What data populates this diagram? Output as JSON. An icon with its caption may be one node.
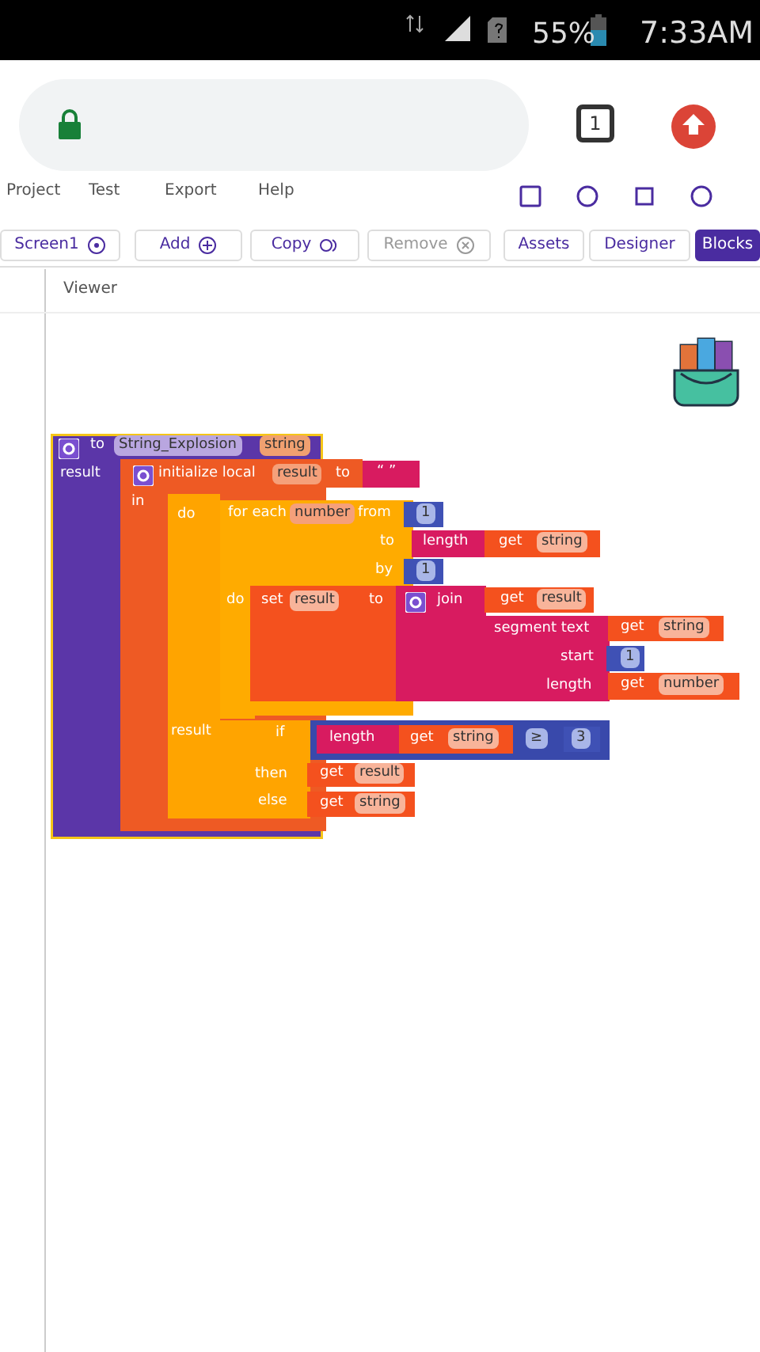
{
  "diagram": {
    "nodes": [
      {
        "text": [
          "to",
          "String_Explosion",
          "string",
          "result"
        ]
      },
      {
        "text": [
          "initialize local",
          "result",
          "to",
          "in"
        ]
      },
      {
        "text": [
          "“ ”"
        ]
      },
      {
        "text": [
          "do",
          "result"
        ],
        "in": 1
      },
      {
        "text": [
          "for each",
          "number",
          "from",
          "to",
          "by",
          "do"
        ]
      },
      {
        "text": [
          "1"
        ]
      },
      {
        "text": [
          "length"
        ]
      },
      {
        "text": [
          "get",
          "string"
        ]
      },
      {
        "text": [
          "1"
        ]
      },
      {
        "text": [
          "set",
          "result",
          "to"
        ],
        "in": 4
      },
      {
        "text": [
          "join"
        ]
      },
      {
        "text": [
          "get",
          "result"
        ]
      },
      {
        "text": [
          "segment text",
          "start",
          "length"
        ]
      },
      {
        "text": [
          "get",
          "string"
        ]
      },
      {
        "text": [
          "1"
        ]
      },
      {
        "text": [
          "get",
          "number"
        ]
      },
      {
        "text": [
          "if",
          "then",
          "else"
        ],
        "in": 1
      },
      {
        "text": [
          "≥"
        ]
      },
      {
        "text": [
          "length"
        ],
        "in": 17
      },
      {
        "text": [
          "get",
          "string"
        ],
        "in": 17
      },
      {
        "text": [
          "3"
        ],
        "in": 17
      },
      {
        "text": [
          "get",
          "result"
        ]
      },
      {
        "text": [
          "get",
          "string"
        ]
      }
    ],
    "labels": [
      "55%",
      "7:33AM",
      "1",
      "Project",
      "Test",
      "Export",
      "Help",
      "Screen1",
      "Add",
      "Copy",
      "Remove",
      "Assets",
      "Designer",
      "Blocks",
      "Viewer"
    ]
  }
}
